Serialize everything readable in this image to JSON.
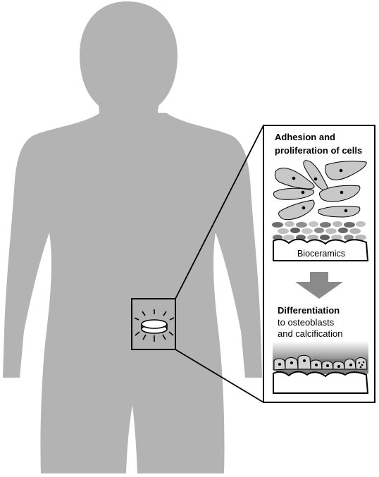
{
  "panel": {
    "step1_line1": "Adhesion and",
    "step1_line2": "proliferation of cells",
    "material_label": "Bioceramics",
    "step2_line1": "Differentiation",
    "step2_line2": "to osteoblasts",
    "step2_line3": "and calcification"
  },
  "colors": {
    "silhouette": "#b3b3b3",
    "cell_fill": "#c8c8c8",
    "pebble_dark": "#6e6e6e",
    "pebble_light": "#bdbdbd",
    "arrow": "#8a8a8a"
  }
}
